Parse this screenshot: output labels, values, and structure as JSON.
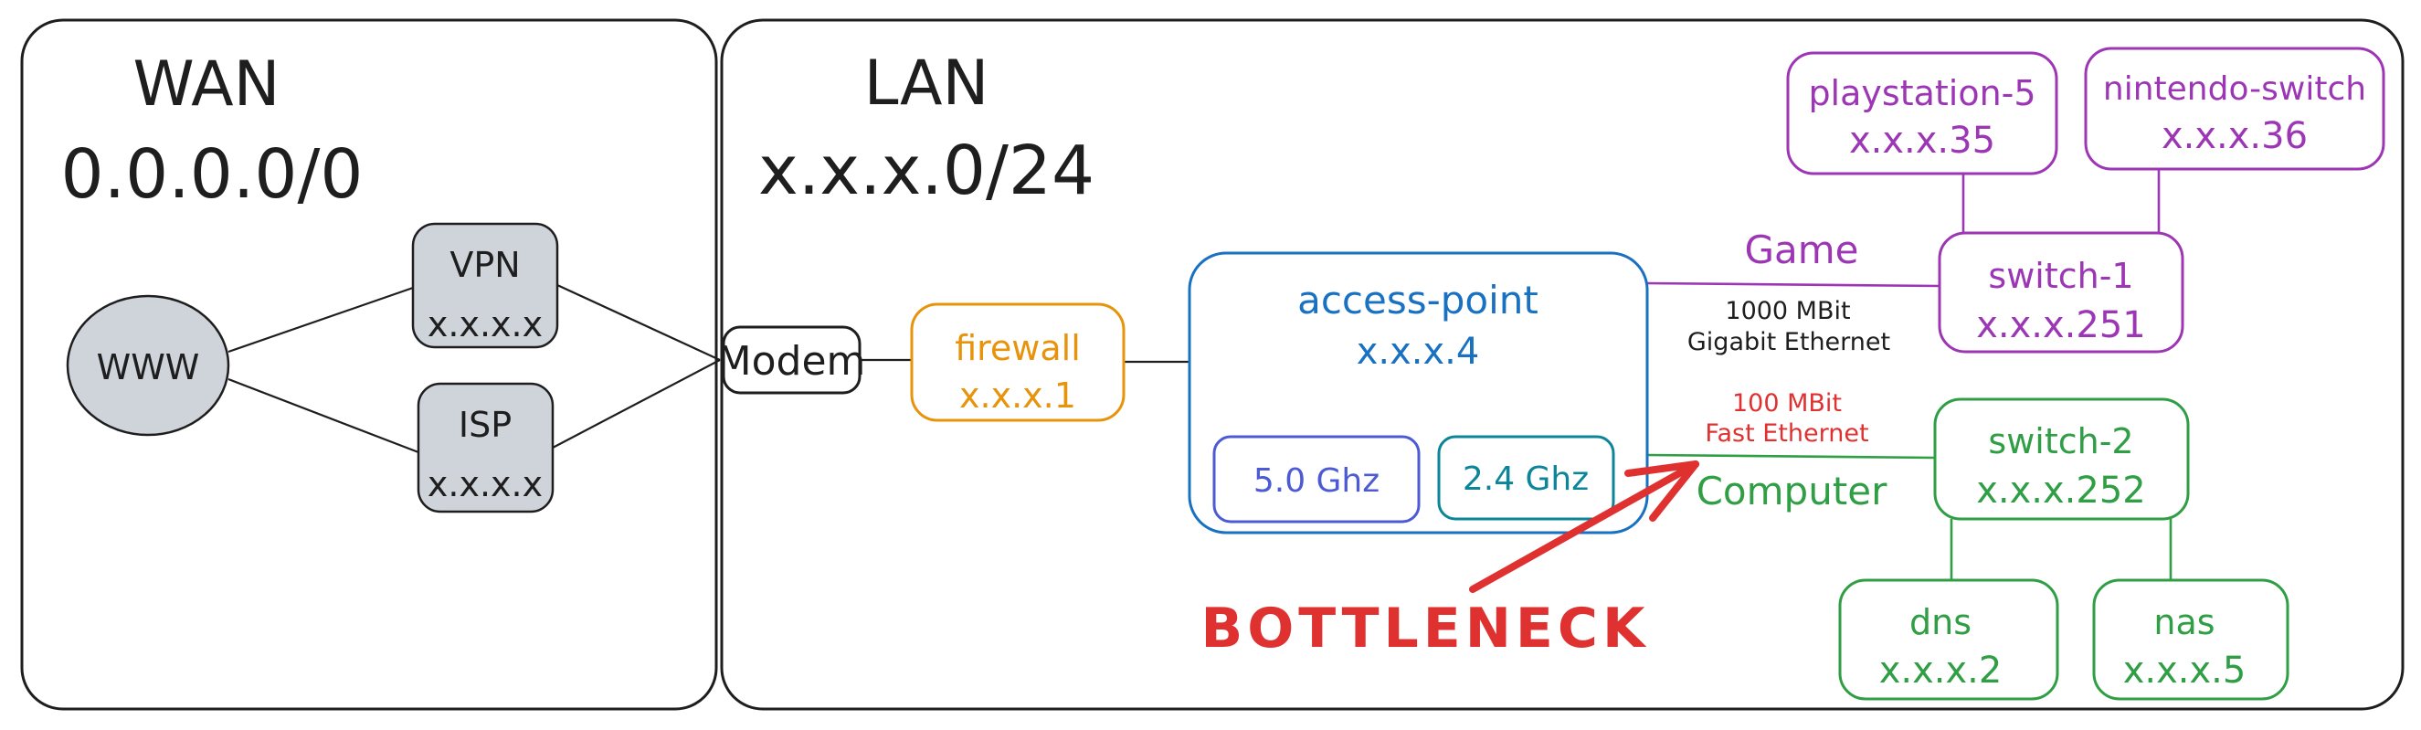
{
  "colors": {
    "ink": "#1e1e1e",
    "gray_fill": "#ced4da",
    "orange": "#e8930c",
    "blue": "#1971c2",
    "indigo": "#4c5bd4",
    "teal": "#0c8599",
    "purple": "#9c36b5",
    "green": "#2f9e44",
    "red": "#e03131"
  },
  "wan": {
    "title": "WAN",
    "subnet": "0.0.0.0/0",
    "www": {
      "label": "WWW"
    },
    "vpn": {
      "label": "VPN",
      "ip": "x.x.x.x"
    },
    "isp": {
      "label": "ISP",
      "ip": "x.x.x.x"
    }
  },
  "lan": {
    "title": "LAN",
    "subnet": "x.x.x.0/24",
    "modem": {
      "label": "Modem"
    },
    "firewall": {
      "label": "firewall",
      "ip": "x.x.x.1"
    },
    "access_point": {
      "label": "access-point",
      "ip": "x.x.x.4",
      "bands": [
        {
          "label": "5.0 Ghz"
        },
        {
          "label": "2.4 Ghz"
        }
      ]
    },
    "playstation": {
      "label": "playstation-5",
      "ip": "x.x.x.35"
    },
    "nintendo": {
      "label": "nintendo-switch",
      "ip": "x.x.x.36"
    },
    "switch1": {
      "label": "switch-1",
      "ip": "x.x.x.251"
    },
    "switch2": {
      "label": "switch-2",
      "ip": "x.x.x.252"
    },
    "dns": {
      "label": "dns",
      "ip": "x.x.x.2"
    },
    "nas": {
      "label": "nas",
      "ip": "x.x.x.5"
    },
    "links": {
      "game": {
        "label": "Game",
        "speed": "1000 MBit",
        "type": "Gigabit Ethernet"
      },
      "computer": {
        "label": "Computer",
        "speed": "100 MBit",
        "type": "Fast Ethernet"
      }
    },
    "annotation": {
      "label": "BOTTLENECK"
    }
  }
}
